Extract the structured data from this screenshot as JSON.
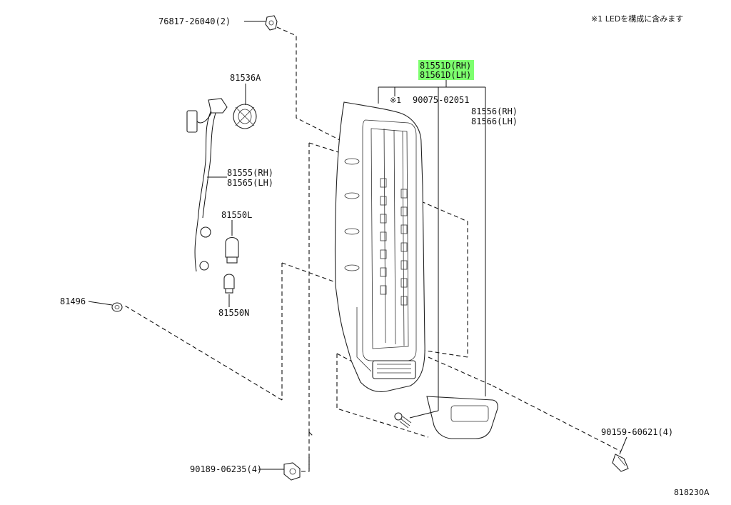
{
  "note": "※1 LEDを構成に含みます",
  "figure_code": "818230A",
  "parts": {
    "p76817": "76817-26040(2)",
    "p81536a": "81536A",
    "p81555": "81555(RH)",
    "p81565": "81565(LH)",
    "p81550l": "81550L",
    "p81550n": "81550N",
    "p81496": "81496",
    "p81551d": "81551D(RH)",
    "p81561d": "81561D(LH)",
    "p_ref1": "※1",
    "p90075": "90075-02051",
    "p81556": "81556(RH)",
    "p81566": "81566(LH)",
    "p90159": "90159-60621(4)",
    "p90189": "90189-06235(4)"
  },
  "colors": {
    "highlight": "#7dff6e",
    "line": "#111111"
  }
}
